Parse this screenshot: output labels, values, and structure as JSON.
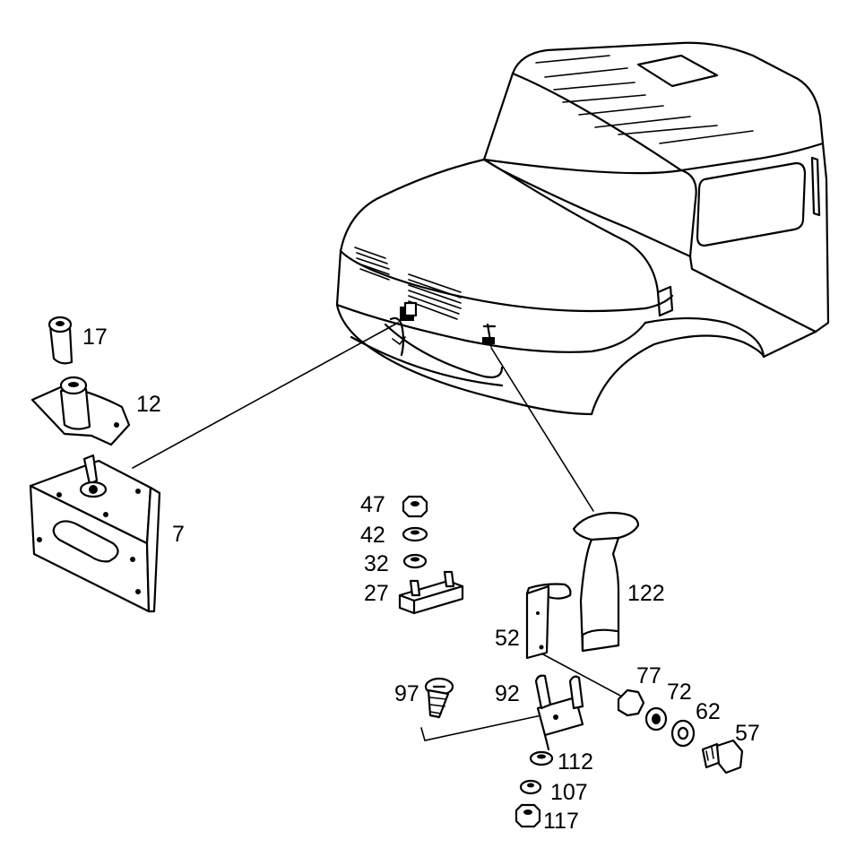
{
  "labels": {
    "p17": "17",
    "p12": "12",
    "p7": "7",
    "p47": "47",
    "p42": "42",
    "p32": "32",
    "p27": "27",
    "p122": "122",
    "p52": "52",
    "p77": "77",
    "p72": "72",
    "p62": "62",
    "p57": "57",
    "p97": "97",
    "p92": "92",
    "p112": "112",
    "p107": "107",
    "p117": "117"
  },
  "icons": {
    "truck-cab": "truck-cab-icon",
    "bracket": "mounting-bracket-icon"
  }
}
